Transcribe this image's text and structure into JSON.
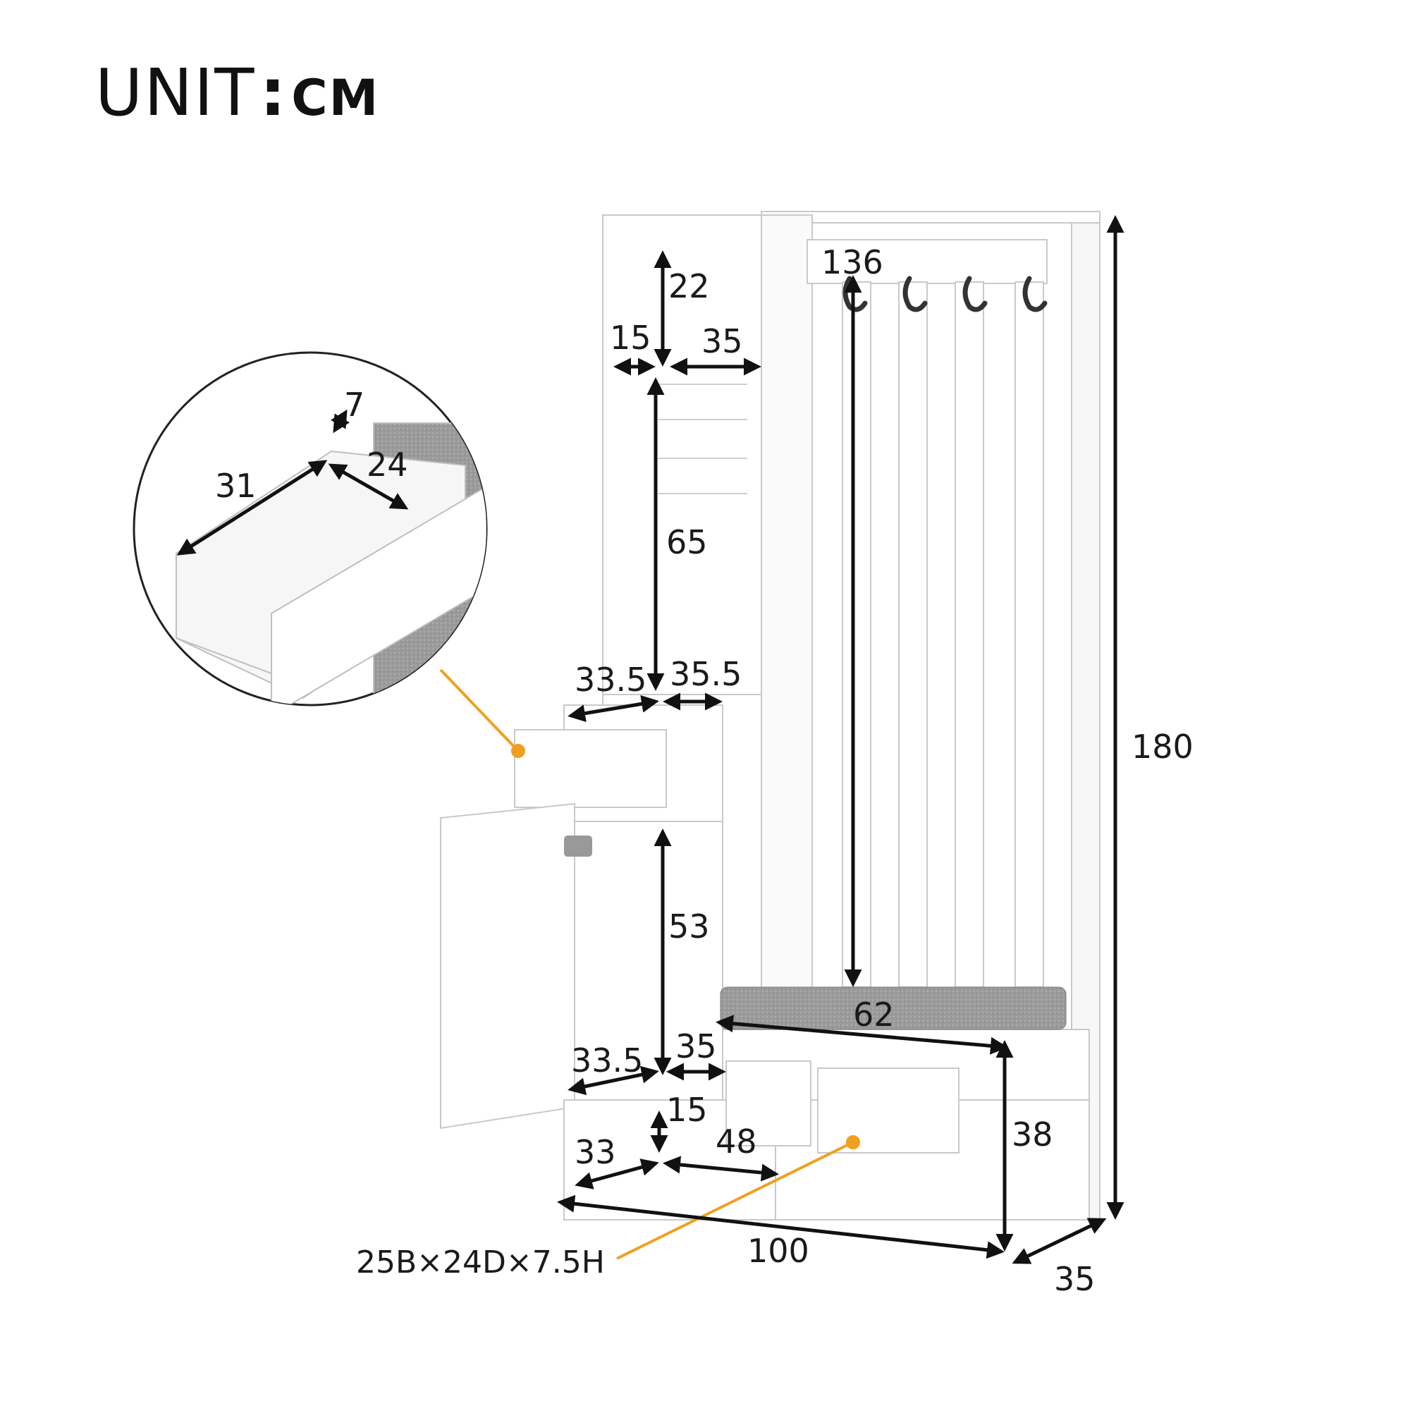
{
  "title": {
    "main": "UNIT",
    "separator": ":",
    "unit": "CM"
  },
  "dimensions": {
    "overall_height": "180",
    "overall_width": "100",
    "overall_depth": "35",
    "hook_rail_height": "136",
    "top_shelf_height": "22",
    "upper_left_width": "15",
    "upper_right_width": "35",
    "mirror_panel_height": "65",
    "drawer_top_left_width": "33.5",
    "drawer_top_right_width": "35.5",
    "cabinet_height": "53",
    "cabinet_bottom_left_width": "33.5",
    "cabinet_bottom_right_width": "35",
    "shoe_shelf_height": "15",
    "shoe_shelf_left_width": "33",
    "shoe_shelf_right_width": "48",
    "bench_width": "62",
    "bench_height": "38"
  },
  "detail_view": {
    "drawer_height": "7",
    "drawer_width": "31",
    "drawer_depth": "24"
  },
  "drawer_note": "25B×24D×7.5H",
  "colors": {
    "accent": "#F0A020",
    "panel": "#ffffff",
    "outline": "#d0d0d0",
    "cushion": "#9a9a9a",
    "arrow": "#111111"
  }
}
